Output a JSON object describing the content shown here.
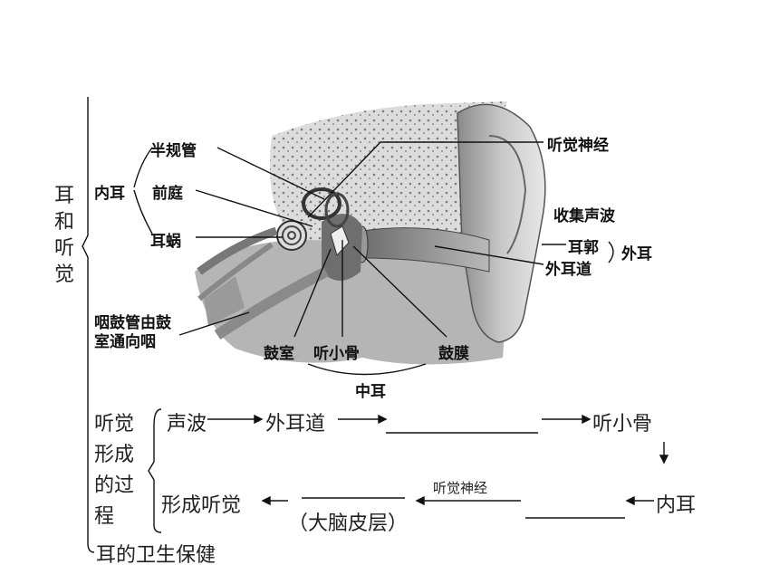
{
  "topic": {
    "chars": [
      "耳",
      "和",
      "听",
      "觉"
    ]
  },
  "diagram": {
    "labels": {
      "inner_ear": "内耳",
      "semicircular_canals": "半规管",
      "vestibule": "前庭",
      "cochlea": "耳蜗",
      "auditory_nerve": "听觉神经",
      "collects_sound": "收集声波",
      "auricle": "耳郭",
      "ear_canal": "外耳道",
      "outer_ear": "外耳",
      "eustachian_line1": "咽鼓管由鼓",
      "eustachian_line2": "室通向咽",
      "tympanic_cavity": "鼓室",
      "ossicles": "听小骨",
      "eardrum": "鼓膜",
      "middle_ear": "中耳"
    }
  },
  "process": {
    "heading_chars": [
      "听觉",
      "形成",
      "的过",
      "程"
    ],
    "row1": {
      "sound_wave": "声波",
      "ear_canal": "外耳道",
      "ossicles": "听小骨"
    },
    "row2": {
      "hearing": "形成听觉",
      "cortex": "（大脑皮层）",
      "nerve": "听觉神经",
      "inner_ear": "内耳"
    }
  },
  "hygiene": "耳的卫生保健"
}
